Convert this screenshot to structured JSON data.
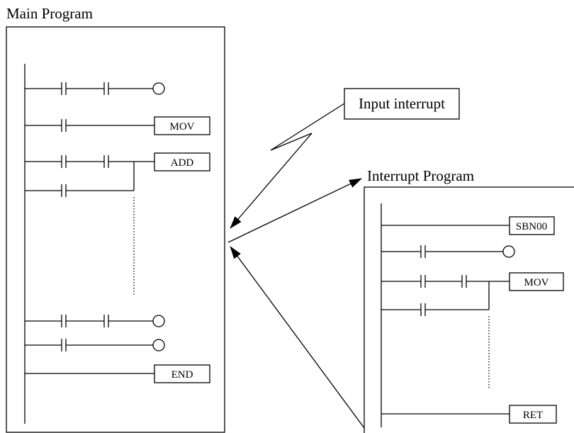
{
  "main_program": {
    "title": "Main Program",
    "instructions": [
      "MOV",
      "ADD",
      "END"
    ]
  },
  "interrupt_program": {
    "title": "Interrupt Program",
    "instructions": [
      "SBN00",
      "MOV",
      "RET"
    ]
  },
  "input_interrupt": {
    "label": "Input interrupt"
  }
}
